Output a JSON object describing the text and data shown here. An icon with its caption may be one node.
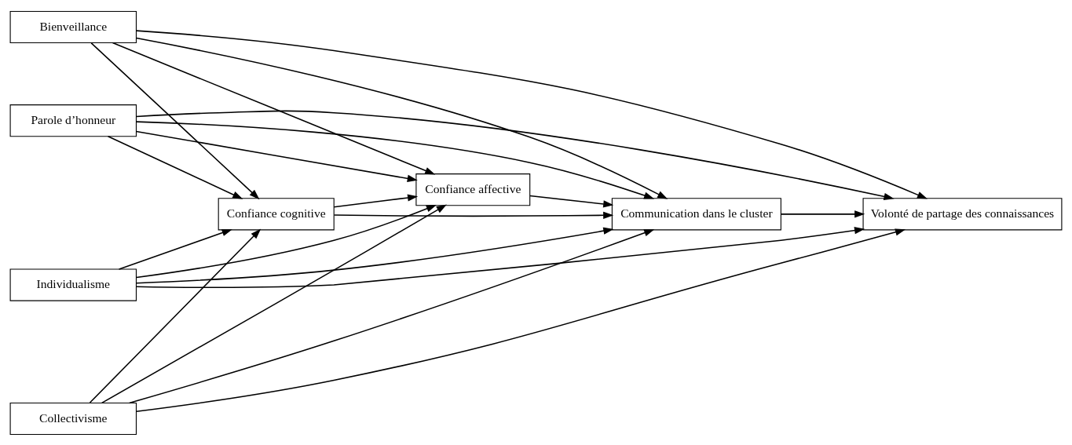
{
  "diagram": {
    "nodes": [
      {
        "text": [
          "Bienveillance"
        ]
      },
      {
        "text": [
          "Parole d’honneur"
        ]
      },
      {
        "text": [
          "Individualisme"
        ]
      },
      {
        "text": [
          "Collectivisme"
        ]
      },
      {
        "text": [
          "Confiance affective"
        ]
      },
      {
        "text": [
          "Confiance cognitive"
        ]
      },
      {
        "text": [
          "Communication dans le cluster"
        ]
      },
      {
        "text": [
          "Volonté de partage des connaissances"
        ]
      }
    ],
    "edges": [
      {
        "from": 0,
        "to": 4,
        "arrow": "to"
      },
      {
        "from": 0,
        "to": 5,
        "arrow": "to"
      },
      {
        "from": 0,
        "to": 6,
        "arrow": "to"
      },
      {
        "from": 0,
        "to": 7,
        "arrow": "to"
      },
      {
        "from": 1,
        "to": 4,
        "arrow": "to"
      },
      {
        "from": 1,
        "to": 5,
        "arrow": "to"
      },
      {
        "from": 1,
        "to": 6,
        "arrow": "to"
      },
      {
        "from": 1,
        "to": 7,
        "arrow": "to"
      },
      {
        "from": 2,
        "to": 4,
        "arrow": "to"
      },
      {
        "from": 2,
        "to": 5,
        "arrow": "to"
      },
      {
        "from": 2,
        "to": 6,
        "arrow": "to"
      },
      {
        "from": 2,
        "to": 7,
        "arrow": "to"
      },
      {
        "from": 3,
        "to": 4,
        "arrow": "to"
      },
      {
        "from": 3,
        "to": 5,
        "arrow": "to"
      },
      {
        "from": 3,
        "to": 6,
        "arrow": "to"
      },
      {
        "from": 3,
        "to": 7,
        "arrow": "to"
      },
      {
        "from": 5,
        "to": 4,
        "arrow": "to"
      },
      {
        "from": 4,
        "to": 6,
        "arrow": "to"
      },
      {
        "from": 5,
        "to": 6,
        "arrow": "to"
      },
      {
        "from": 6,
        "to": 7,
        "arrow": "to"
      }
    ]
  }
}
